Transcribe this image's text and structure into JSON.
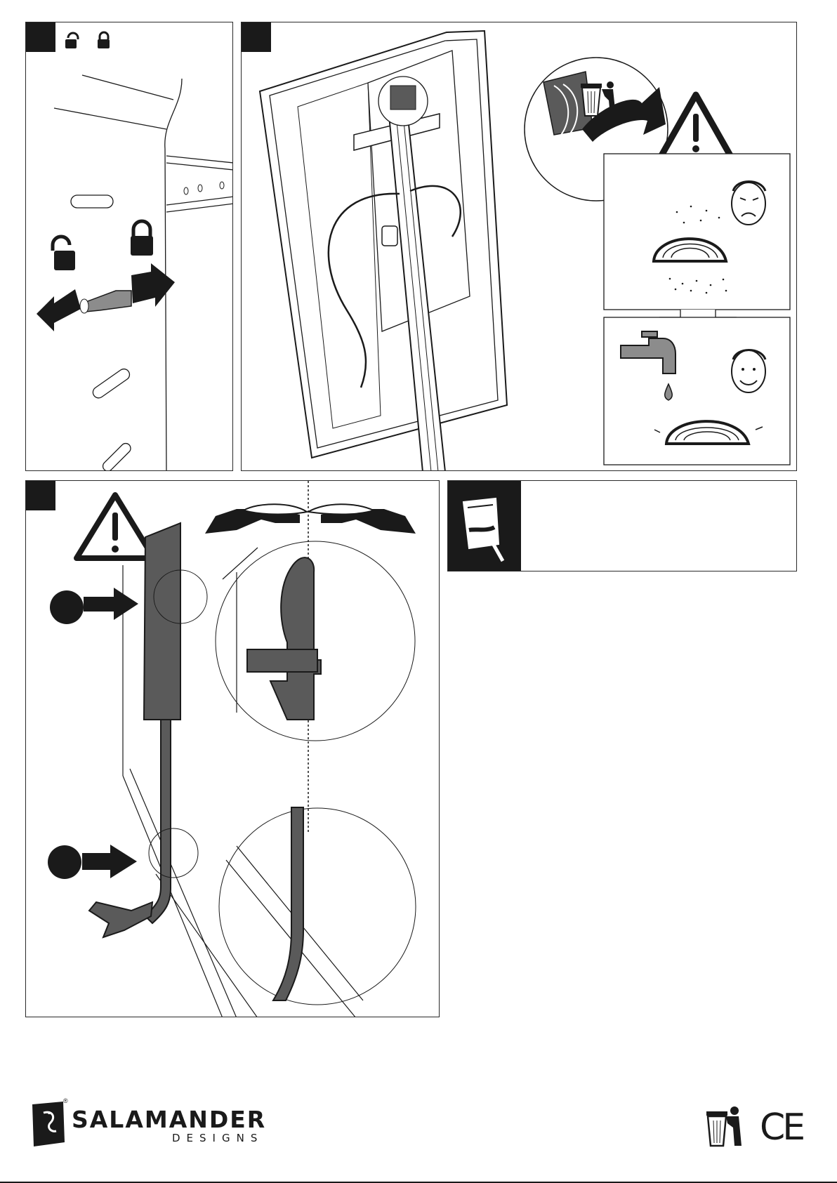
{
  "brand": {
    "name": "SALAMANDER",
    "sub": "DESIGNS",
    "registered": "®"
  },
  "footer": {
    "ce": "CE",
    "icons": [
      "salamander-logo-icon",
      "weee-bin-icon",
      "ce-mark-icon"
    ]
  },
  "panels": {
    "step1": {
      "icons": [
        "unlocked-padlock-icon",
        "locked-padlock-icon",
        "arrow-left-icon",
        "arrow-right-icon"
      ]
    },
    "step2": {
      "icons": [
        "trash-bin-icon",
        "warning-triangle-icon",
        "sad-face-icon",
        "happy-face-icon",
        "water-tap-icon"
      ]
    },
    "step3": {
      "icons": [
        "warning-triangle-icon",
        "hands-icon",
        "arrow-right-icon"
      ]
    },
    "note": {
      "icons": [
        "manual-document-icon"
      ]
    }
  },
  "colors": {
    "ink": "#1a1a1a",
    "steel": "#5a5a5a",
    "grey": "#8c8c8c"
  }
}
